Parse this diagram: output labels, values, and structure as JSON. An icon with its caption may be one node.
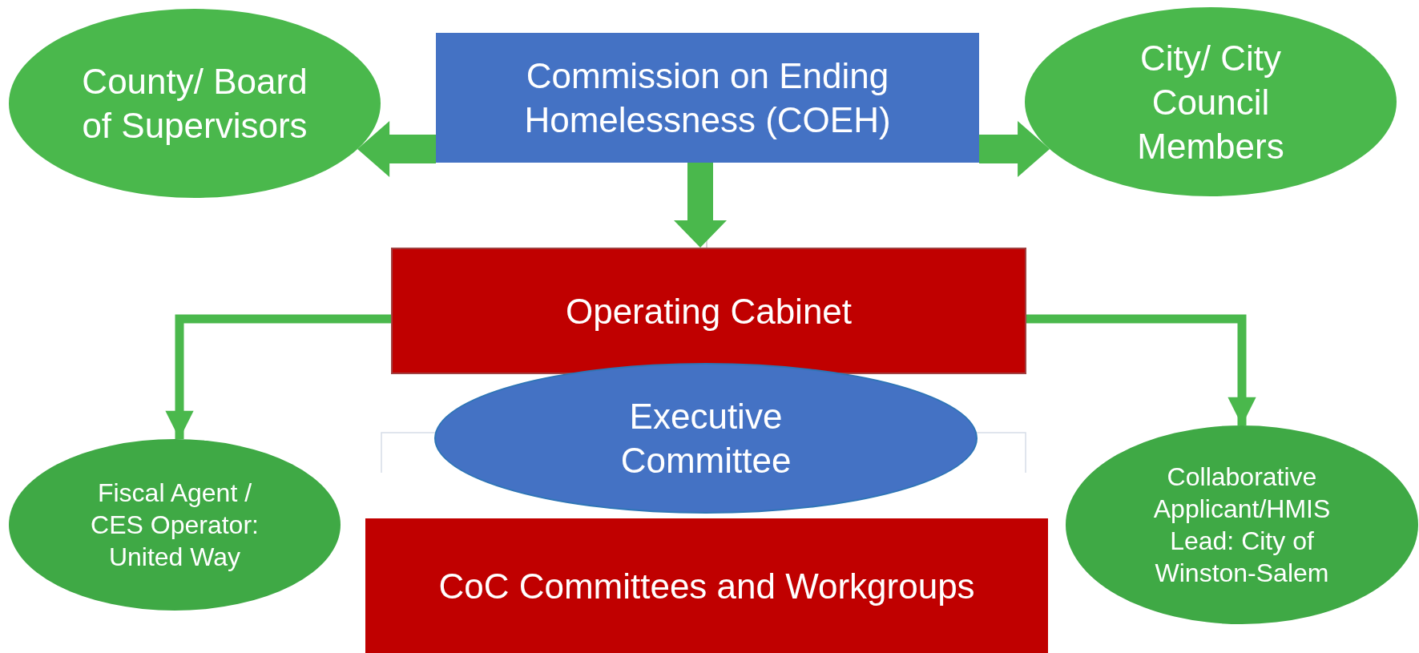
{
  "diagram": {
    "nodes": [
      {
        "text": [
          "County/ Board of Supervisors"
        ]
      },
      {
        "text": [
          "Commission on Ending Homelessness (COEH)"
        ]
      },
      {
        "text": [
          "City/ City Council Members"
        ]
      },
      {
        "text": [
          "Operating Cabinet"
        ]
      },
      {
        "text": [
          "Executive Committee"
        ]
      },
      {
        "text": [
          "CoC Committees and Workgroups"
        ]
      },
      {
        "text": [
          "Fiscal Agent / CES Operator: United Way"
        ]
      },
      {
        "text": [
          "Collaborative Applicant/HMIS Lead: City of Winston-Salem"
        ]
      }
    ],
    "edges": [
      {
        "from": 1,
        "to": 0,
        "arrow": "to"
      },
      {
        "from": 1,
        "to": 2,
        "arrow": "to"
      },
      {
        "from": 1,
        "to": 3,
        "arrow": "to"
      },
      {
        "from": 3,
        "to": 6,
        "arrow": "to"
      },
      {
        "from": 3,
        "to": 7,
        "arrow": "to"
      }
    ]
  }
}
